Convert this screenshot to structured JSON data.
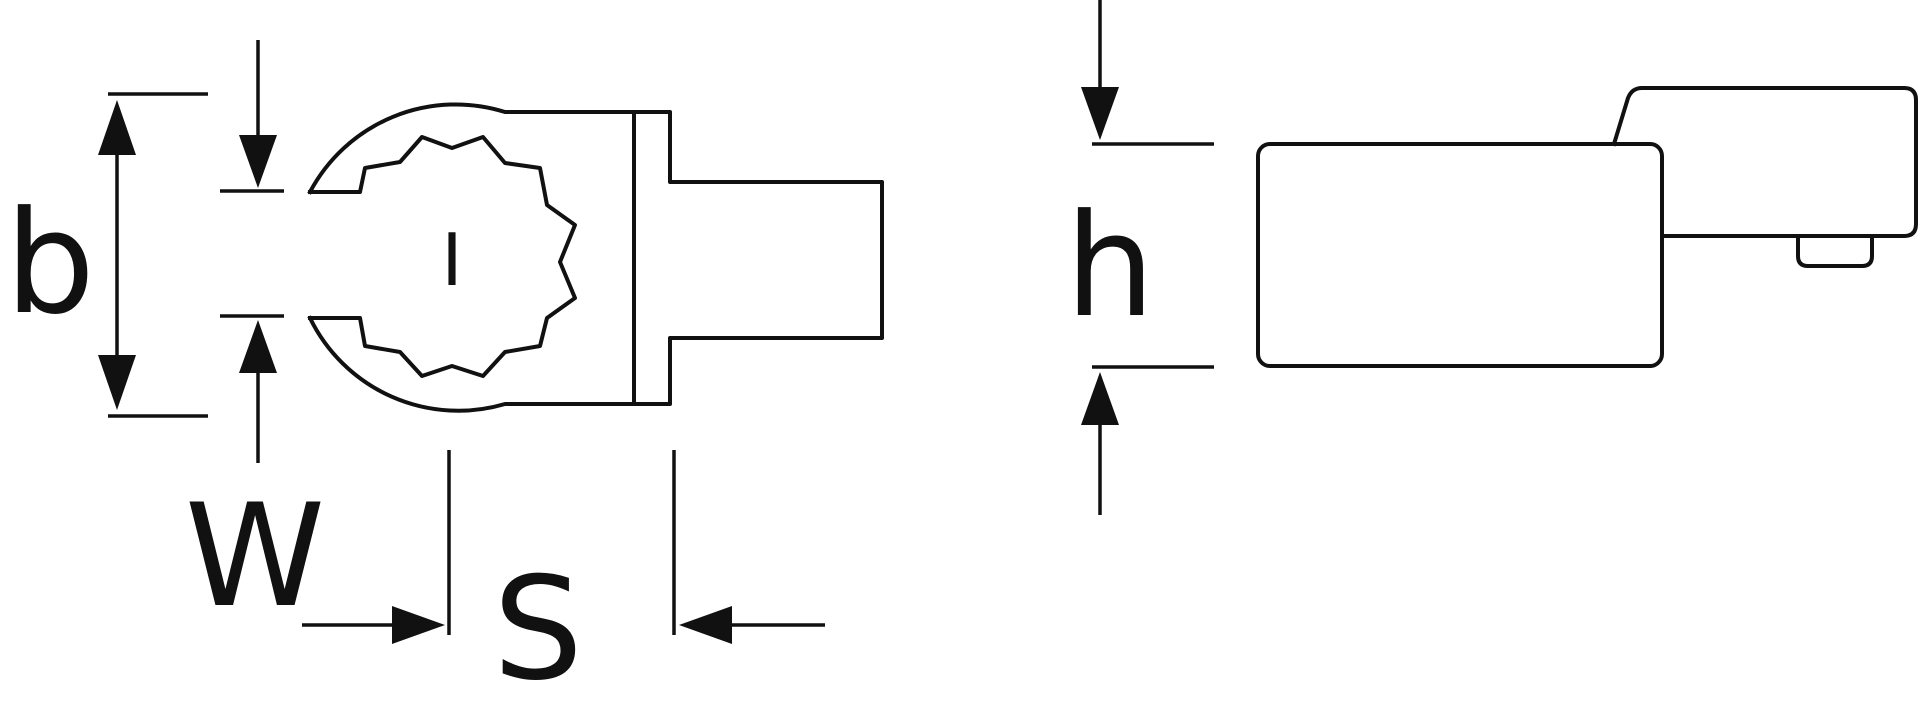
{
  "labels": {
    "b": "b",
    "w": "W",
    "s": "S",
    "h": "h",
    "mark": "I"
  },
  "colors": {
    "line": "#111111",
    "background": "#ffffff"
  }
}
